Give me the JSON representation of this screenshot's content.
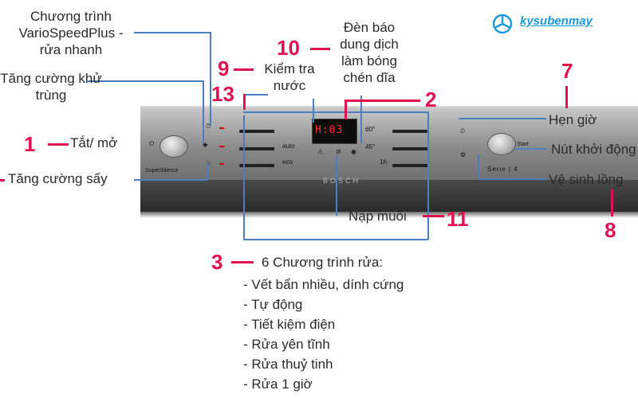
{
  "logo": {
    "text": "kysubenmay",
    "icon": "fan-icon",
    "color": "#1a9bd7"
  },
  "panel": {
    "display": "H:03",
    "brand": "BOSCH",
    "series": "Serie | 4",
    "supersilence": "SuperSilence",
    "start_label": "Start",
    "prog_auto": "auto",
    "prog_eco": "eco",
    "temp_60": "60°",
    "temp_45": "45°",
    "time_1h": "1h"
  },
  "labels": {
    "vario": [
      "Chương trình",
      "VarioSpeedPlus -",
      "rửa nhanh"
    ],
    "hygiene": [
      "Tăng cường khử",
      "trùng"
    ],
    "power": "Tắt/ mở",
    "dry": "Tăng cường sấy",
    "rinse": [
      "Đèn báo",
      "dung dịch",
      "làm bóng",
      "chén dĩa"
    ],
    "water": [
      "Kiểm tra",
      "nước"
    ],
    "timer": "Hẹn giờ",
    "start": "Nút khởi động",
    "clean": "Vệ sinh lồng",
    "salt": "Nạp muối",
    "programs_title": "6 Chương trình rửa:"
  },
  "numbers": {
    "n1": "1",
    "n2": "2",
    "n3": "3",
    "n7": "7",
    "n8": "8",
    "n9": "9",
    "n10": "10",
    "n11": "11",
    "n13": "13"
  },
  "programs": [
    "- Vết bẩn nhiều, dính cứng",
    "- Tự động",
    "- Tiết kiệm điện",
    "- Rửa yên tĩnh",
    "- Rửa thuỷ tinh",
    "- Rửa 1 giờ"
  ],
  "colors": {
    "accent": "#e0124f",
    "guide": "#4a7ec0",
    "display": "#ff3030"
  }
}
